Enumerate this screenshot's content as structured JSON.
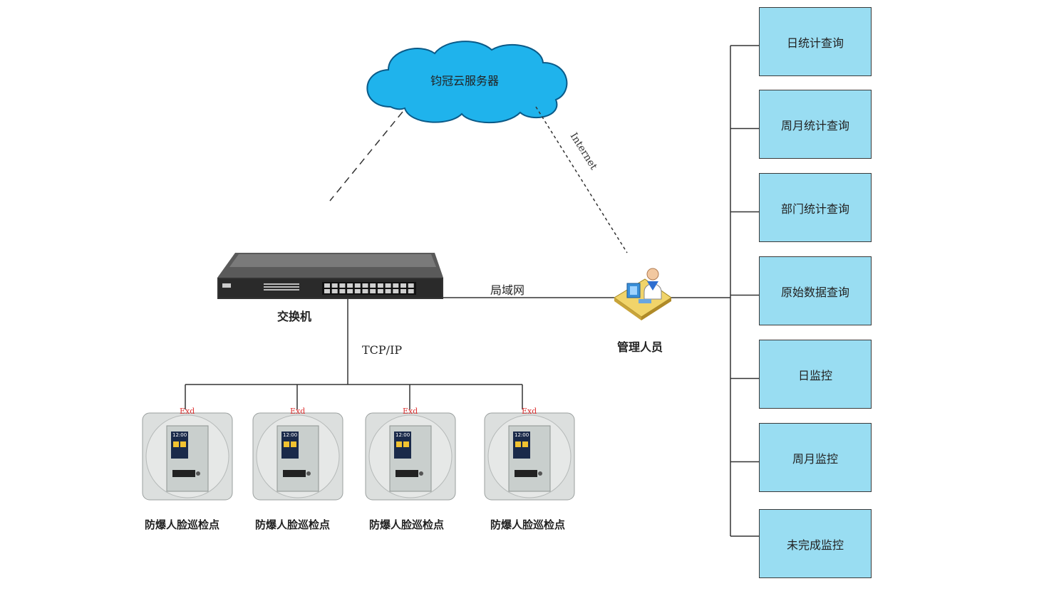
{
  "cloud": {
    "label": "钧冠云服务器"
  },
  "links": {
    "internet": "Internet",
    "lan": "局域网",
    "tcpip": "TCP/IP"
  },
  "switch": {
    "label": "交换机"
  },
  "admin": {
    "label": "管理人员"
  },
  "devices": {
    "mark": "Exd",
    "screen_time": "12:00",
    "items": [
      {
        "label": "防爆人脸巡检点"
      },
      {
        "label": "防爆人脸巡检点"
      },
      {
        "label": "防爆人脸巡检点"
      },
      {
        "label": "防爆人脸巡检点"
      }
    ]
  },
  "queries": [
    {
      "label": "日统计查询"
    },
    {
      "label": "周月统计查询"
    },
    {
      "label": "部门统计查询"
    },
    {
      "label": "原始数据查询"
    },
    {
      "label": "日监控"
    },
    {
      "label": "周月监控"
    },
    {
      "label": "未完成监控"
    }
  ],
  "colors": {
    "cloud": "#1fb3ec",
    "box": "#99ddf2",
    "line": "#333333"
  }
}
